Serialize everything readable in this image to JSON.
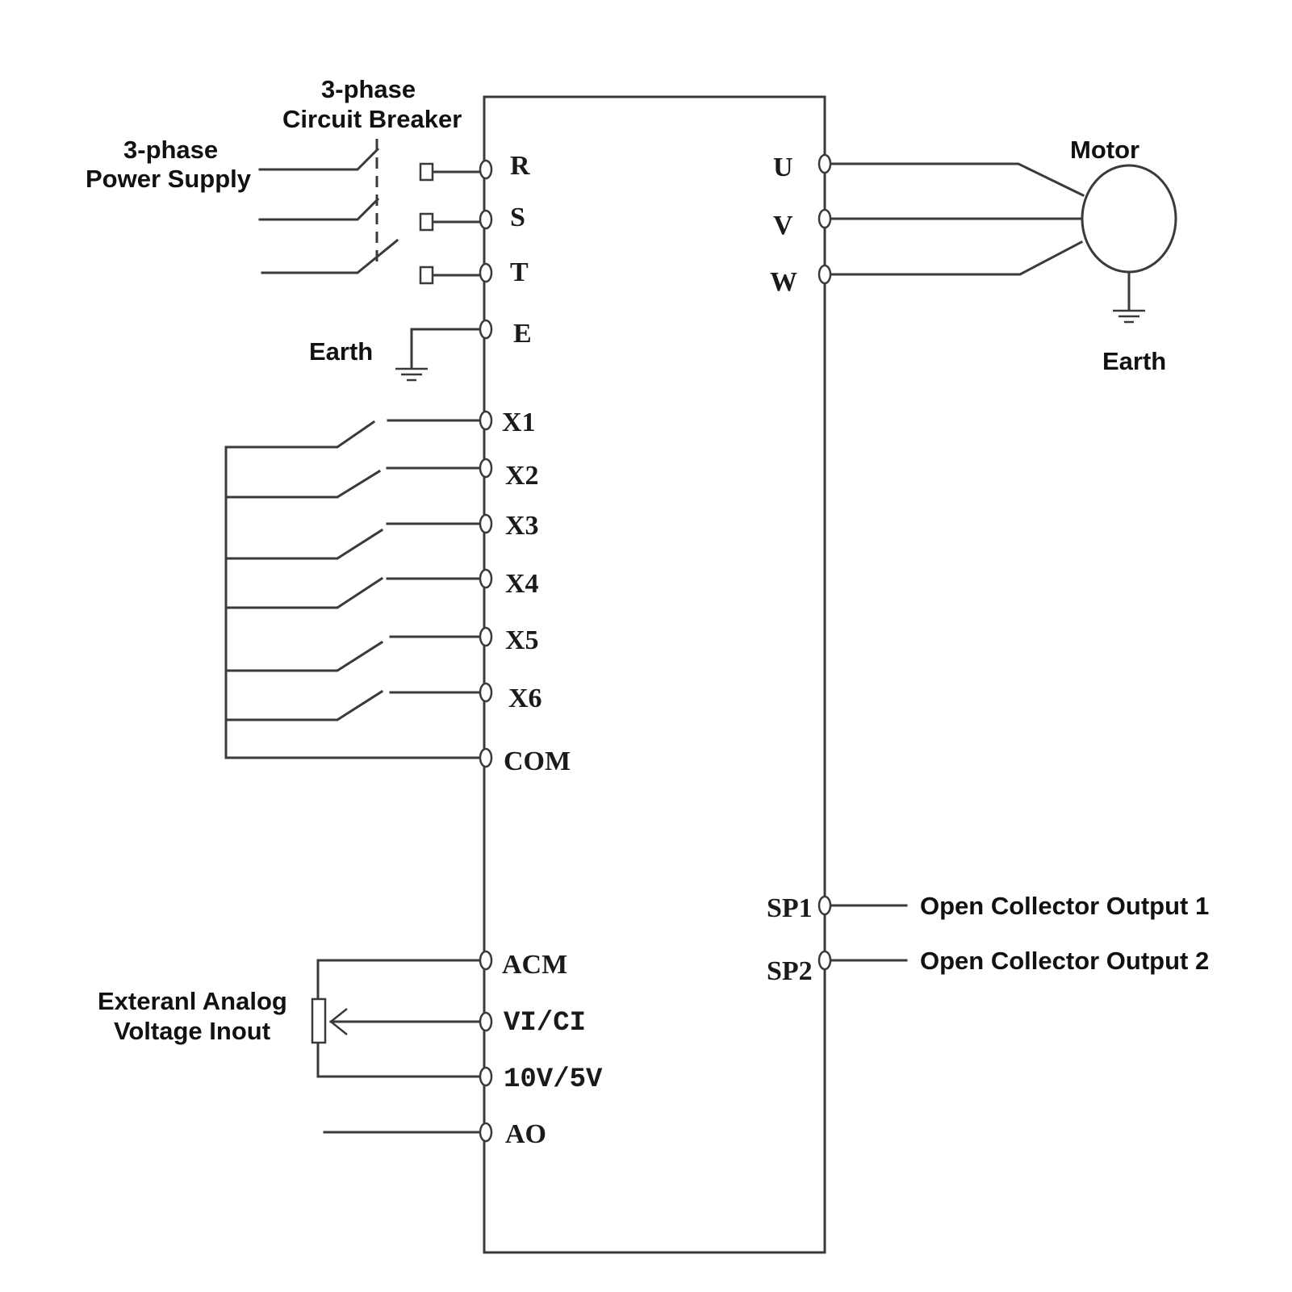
{
  "labels": {
    "power_supply_line1": "3-phase",
    "power_supply_line2": "Power Supply",
    "breaker_line1": "3-phase",
    "breaker_line2": "Circuit Breaker",
    "earth_left": "Earth",
    "motor": "Motor",
    "earth_right": "Earth",
    "analog_line1": "Exteranl Analog",
    "analog_line2": "Voltage Inout",
    "oc_output_1": "Open Collector Output 1",
    "oc_output_2": "Open Collector Output 2"
  },
  "terminals": {
    "left": {
      "R": "R",
      "S": "S",
      "T": "T",
      "E": "E",
      "X1": "X1",
      "X2": "X2",
      "X3": "X3",
      "X4": "X4",
      "X5": "X5",
      "X6": "X6",
      "COM": "COM",
      "ACM": "ACM",
      "VICI": "VI/CI",
      "V10": "10V/5V",
      "AO": "AO"
    },
    "right": {
      "U": "U",
      "V": "V",
      "W": "W",
      "SP1": "SP1",
      "SP2": "SP2"
    }
  }
}
